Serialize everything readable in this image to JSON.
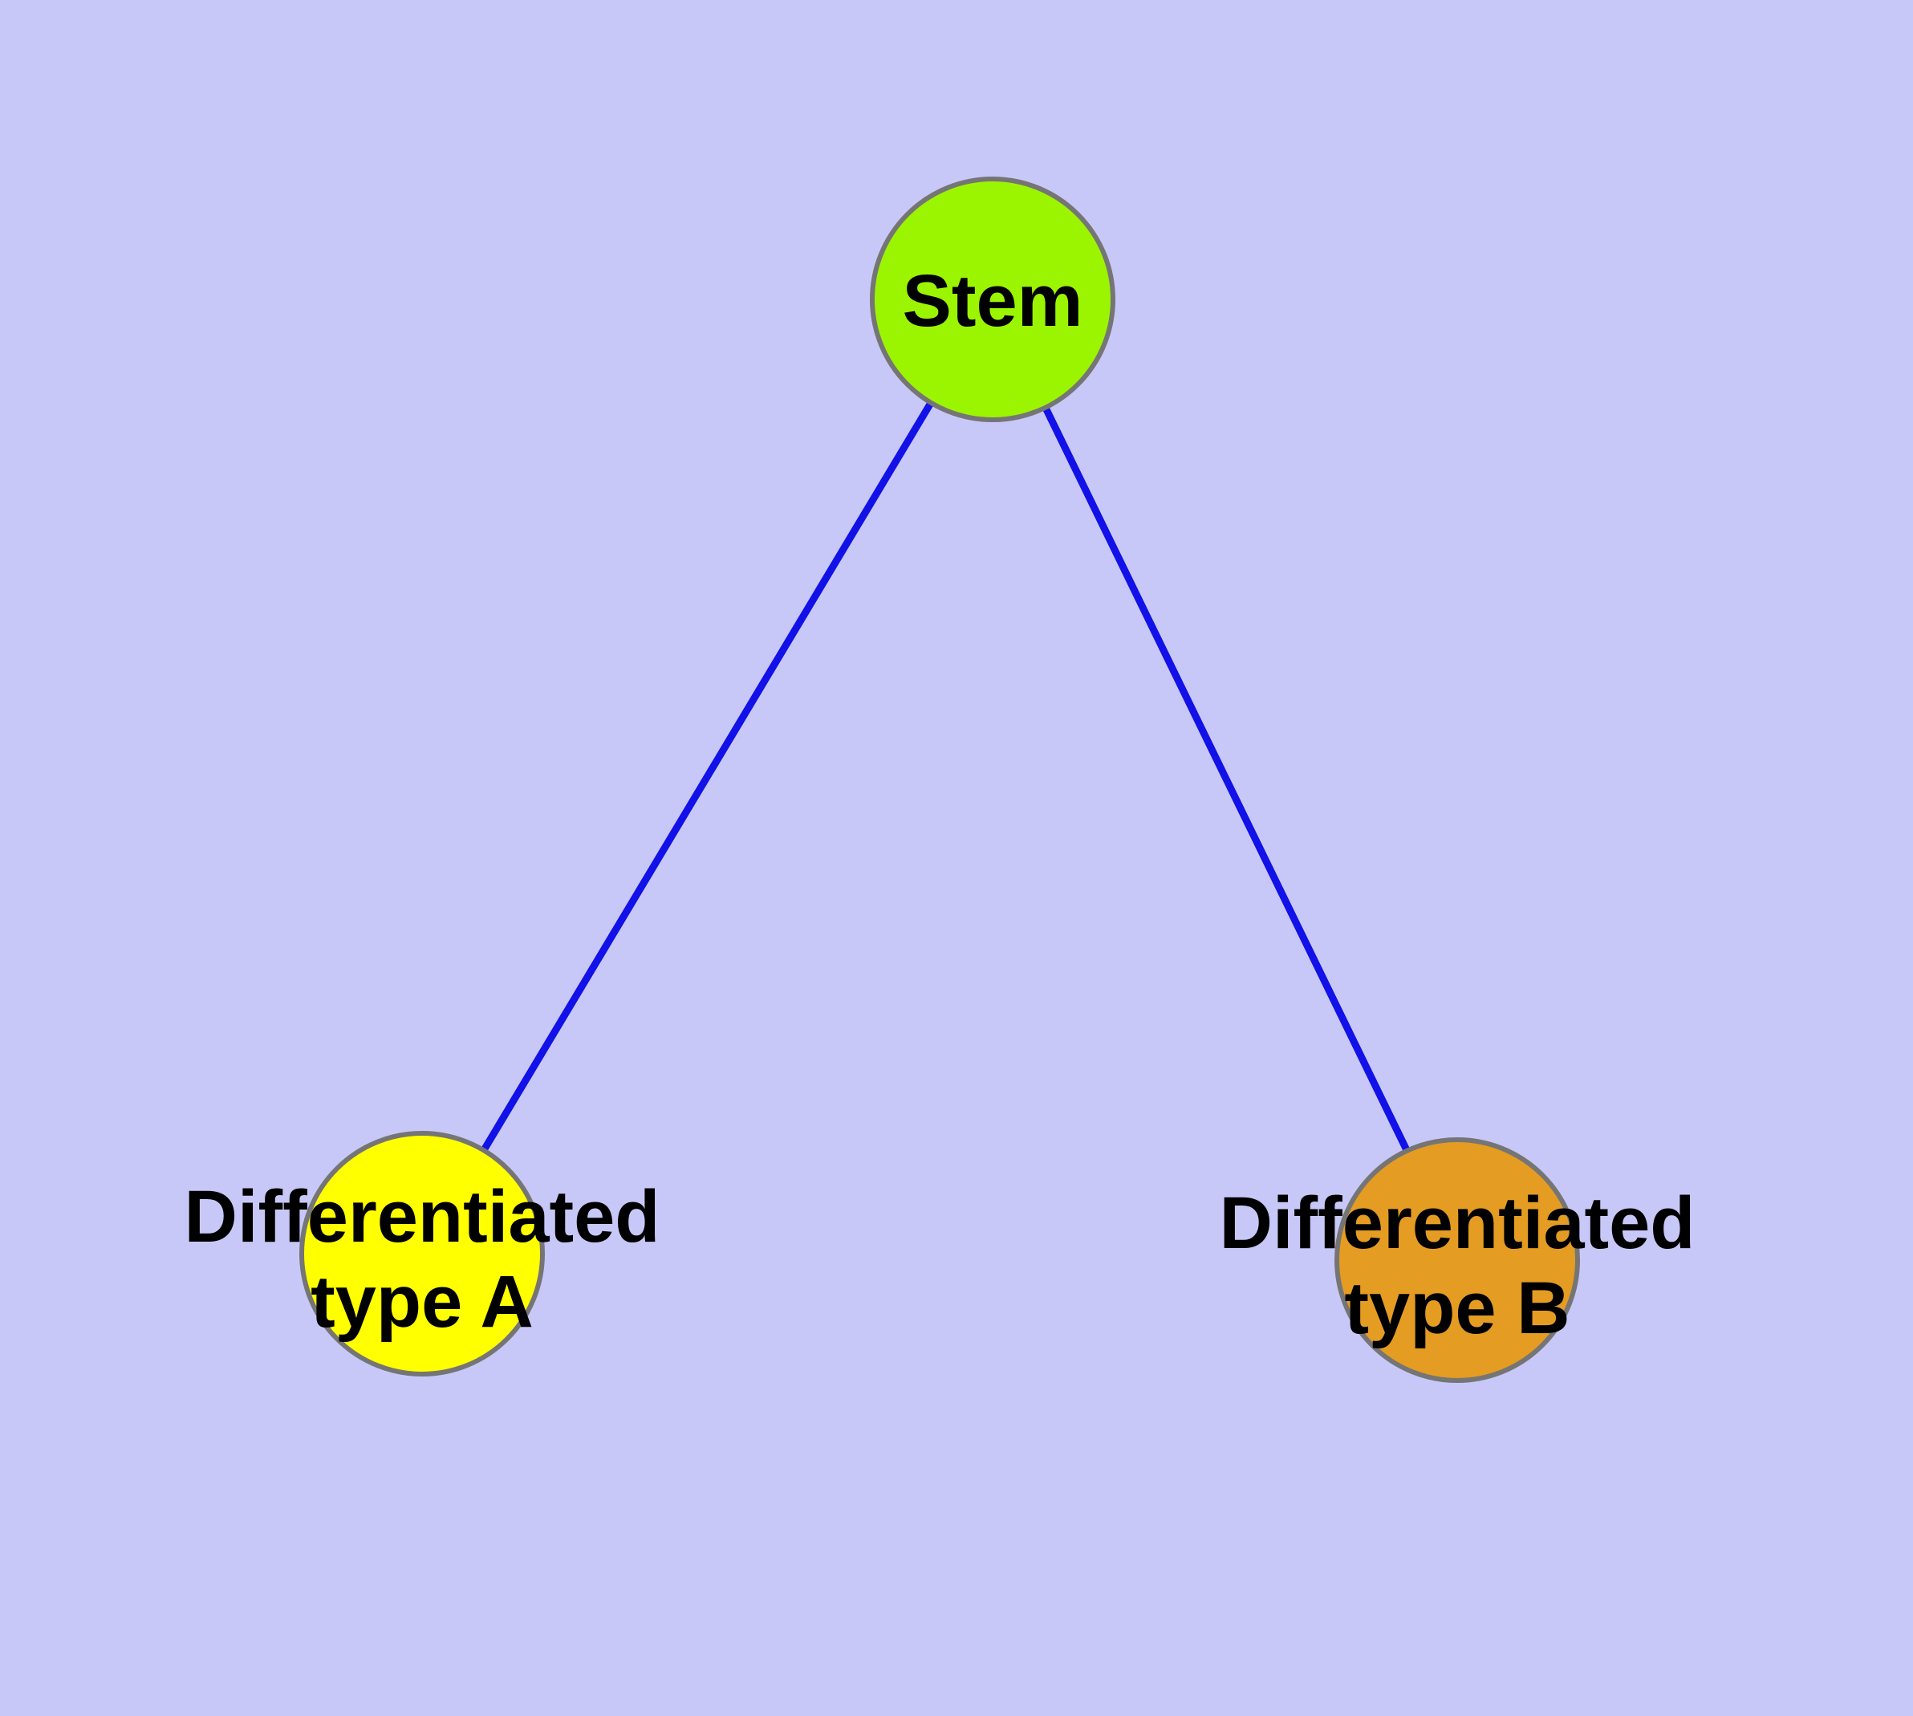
{
  "diagram": {
    "type": "graph",
    "background_color": "#c8c8f8",
    "edge_color": "#1111e8",
    "node_border_color": "#757575",
    "label_color": "#000000",
    "nodes": {
      "stem": {
        "label": "Stem",
        "fill": "#9cf500"
      },
      "type_a": {
        "label_line1": "Differentiated",
        "label_line2": "type A",
        "fill": "#ffff00"
      },
      "type_b": {
        "label_line1": "Differentiated",
        "label_line2": "type B",
        "fill": "#e49c22"
      }
    },
    "edges": [
      {
        "from": "Stem",
        "to": "Differentiated type A"
      },
      {
        "from": "Stem",
        "to": "Differentiated type B"
      }
    ]
  }
}
